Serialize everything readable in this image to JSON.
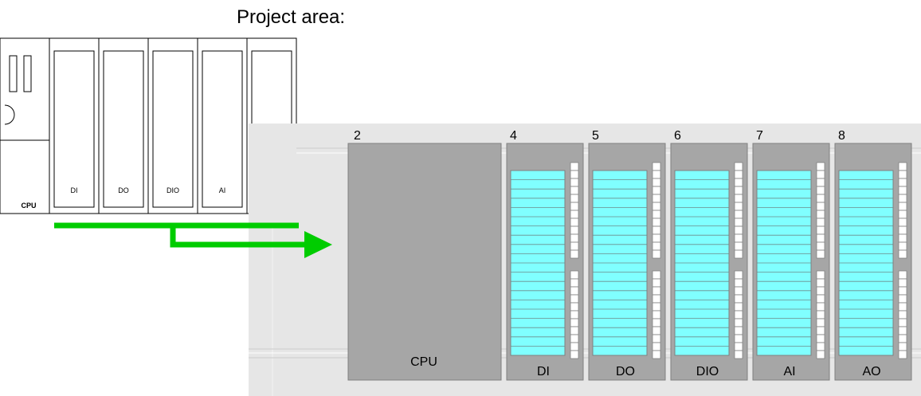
{
  "header": {
    "title": "Project area:"
  },
  "hardware": {
    "cpu_label": "CPU",
    "modules": [
      "DI",
      "DO",
      "DIO",
      "AI",
      "AO"
    ]
  },
  "project": {
    "cpu": {
      "slot": "2",
      "label": "CPU"
    },
    "modules": [
      {
        "slot": "4",
        "label": "DI"
      },
      {
        "slot": "5",
        "label": "DO"
      },
      {
        "slot": "6",
        "label": "DIO"
      },
      {
        "slot": "7",
        "label": "AI"
      },
      {
        "slot": "8",
        "label": "AO"
      }
    ]
  },
  "colors": {
    "rack_bg": "#e6e6e6",
    "module_gray": "#a6a6a6",
    "channel_cyan": "#80ffff",
    "arrow_green": "#00cc00"
  }
}
